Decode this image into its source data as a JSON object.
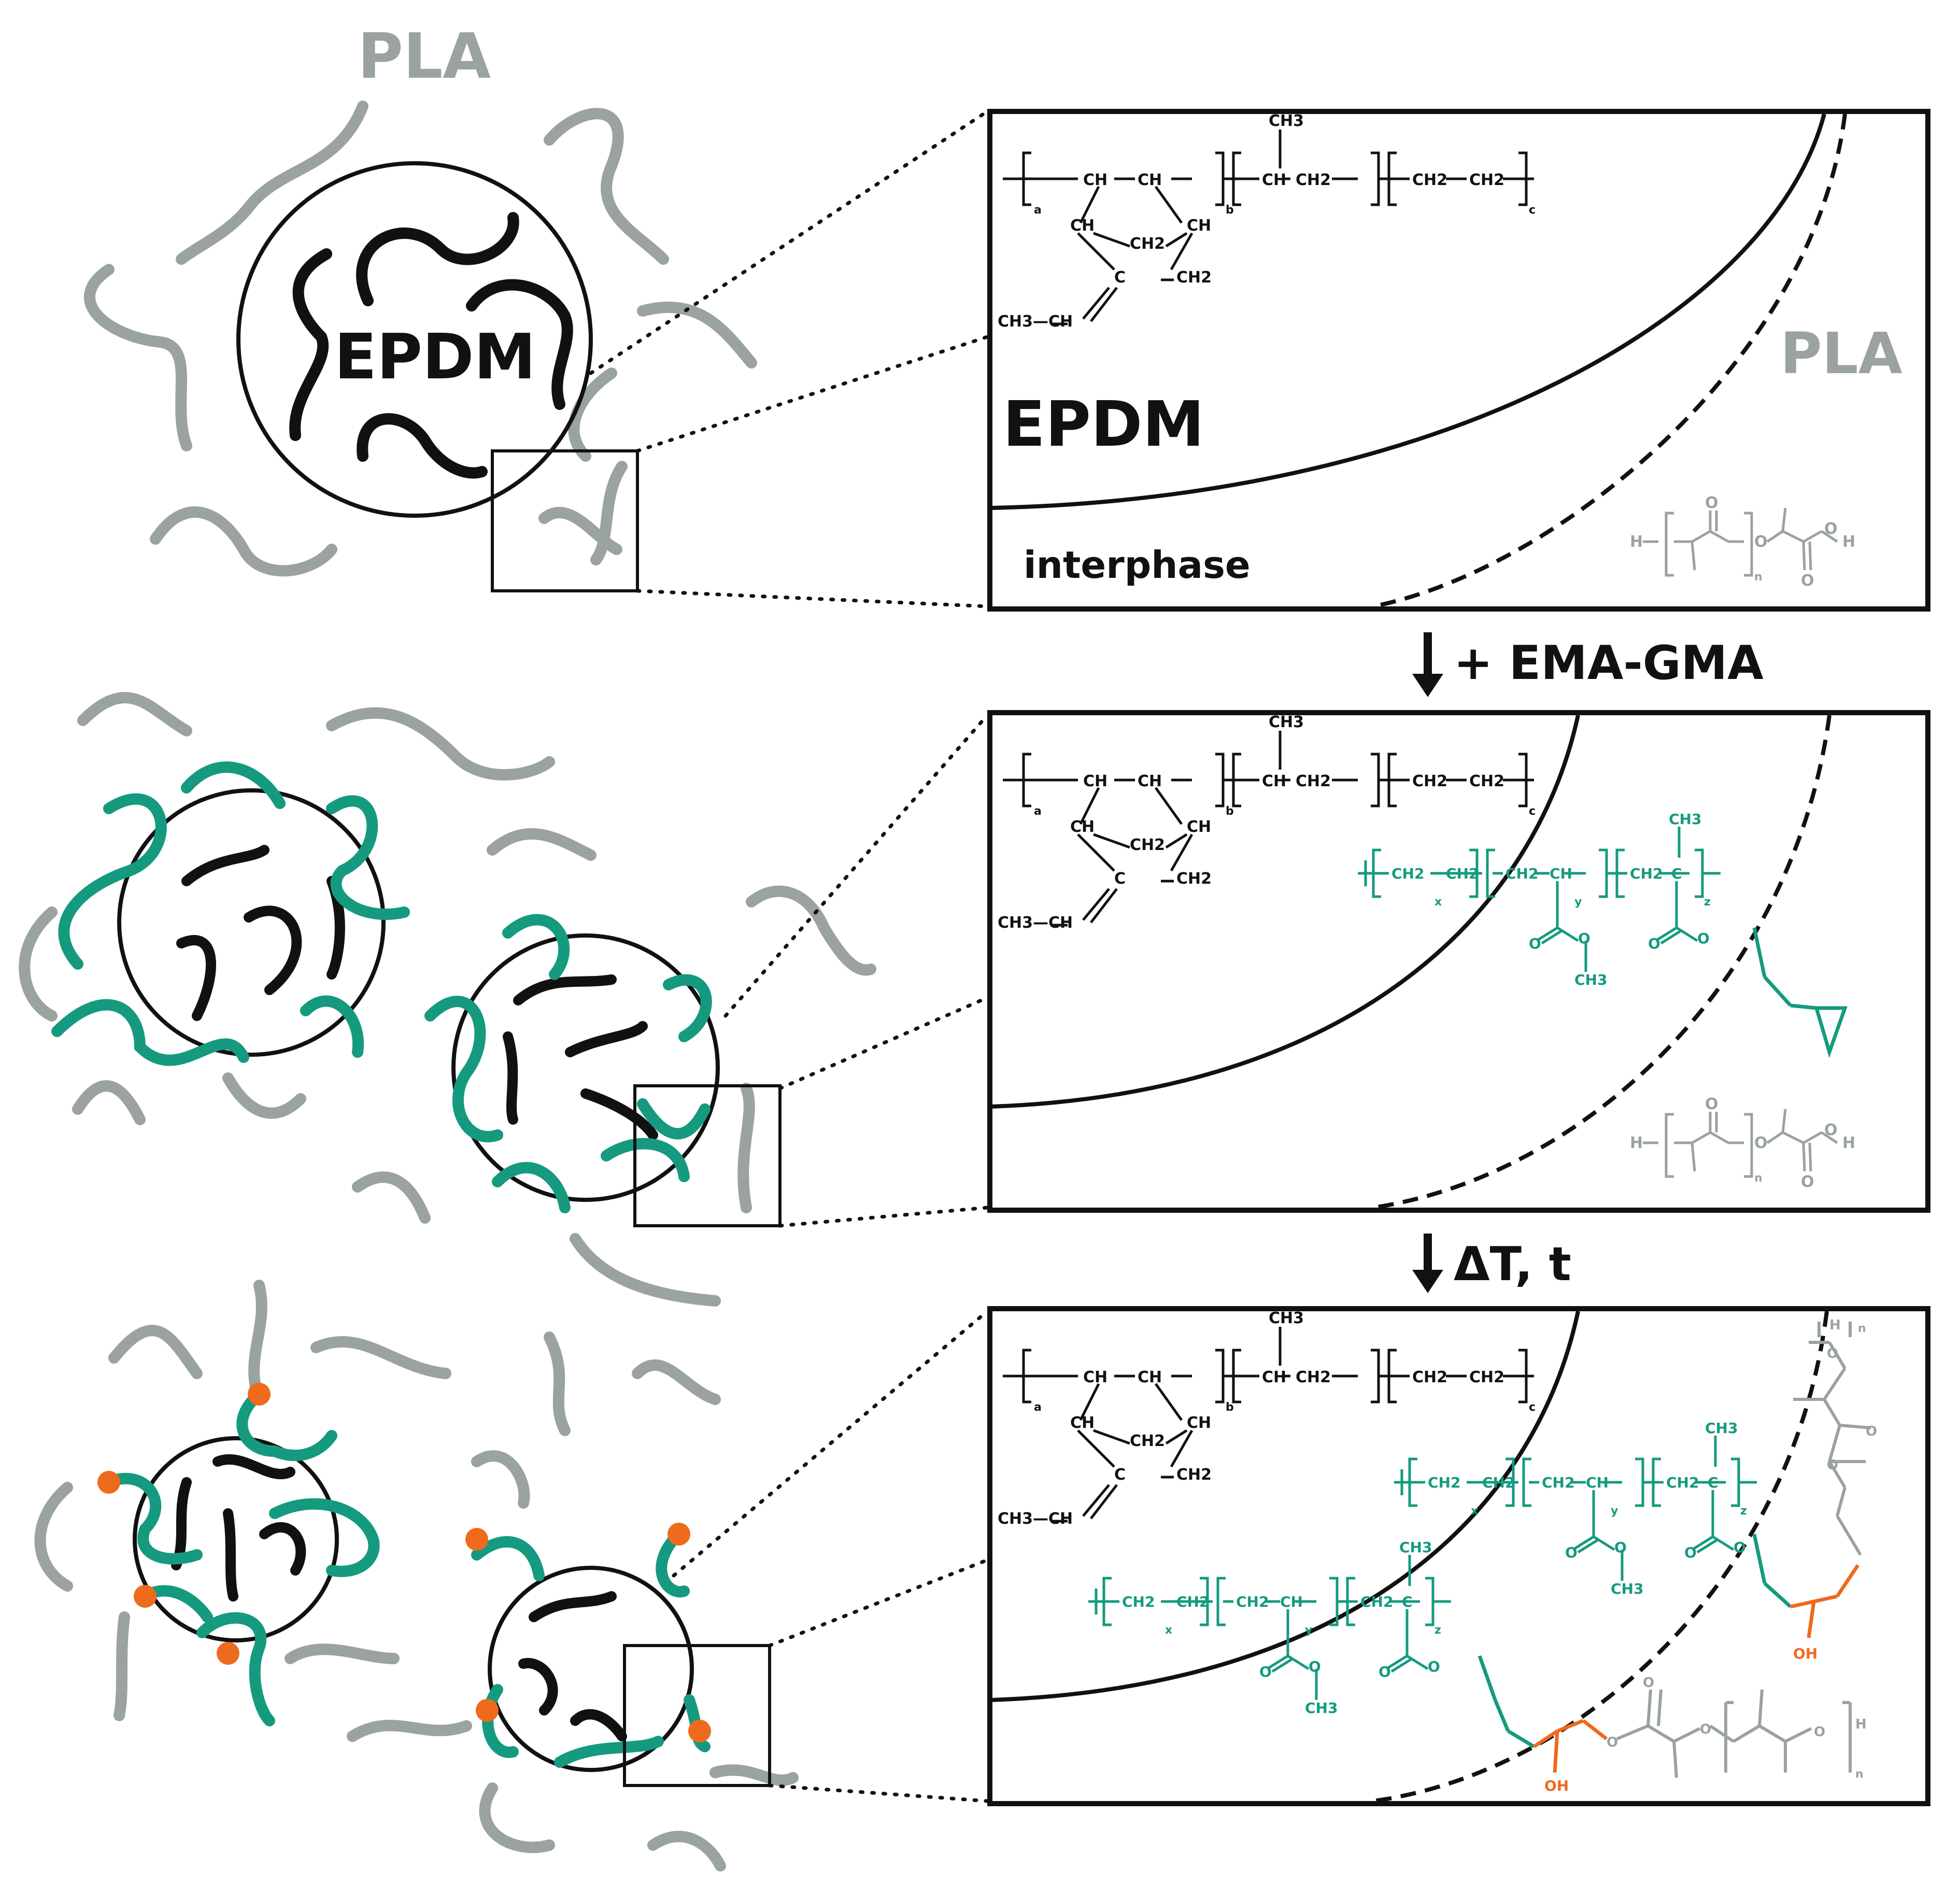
{
  "labels": {
    "pla_top": "PLA",
    "epdm_particle": "EPDM",
    "epdm_inset": "EPDM",
    "pla_inset": "PLA",
    "interphase": "interphase",
    "step1": "+ EMA-GMA",
    "step2": "ΔT, t"
  },
  "epdm_chem": {
    "ch": "CH",
    "ch3": "CH3",
    "ch2": "CH2",
    "c": "C",
    "ch3_ch": "CH3—CH",
    "sub_a": "a",
    "sub_b": "b",
    "sub_c": "c"
  },
  "pla_chem": {
    "h": "H",
    "o": "O",
    "sub_n": "n"
  },
  "ema_gma_chem": {
    "ch2": "CH2",
    "ch": "CH",
    "c": "C",
    "ch3": "CH3",
    "o": "O",
    "oh": "OH",
    "sub_x": "x",
    "sub_y": "y",
    "sub_z": "z"
  },
  "colors": {
    "epdm": "#111111",
    "pla": "#9aa39e",
    "ema_gma": "#159a7f",
    "reaction_site": "#ee6a1d"
  }
}
